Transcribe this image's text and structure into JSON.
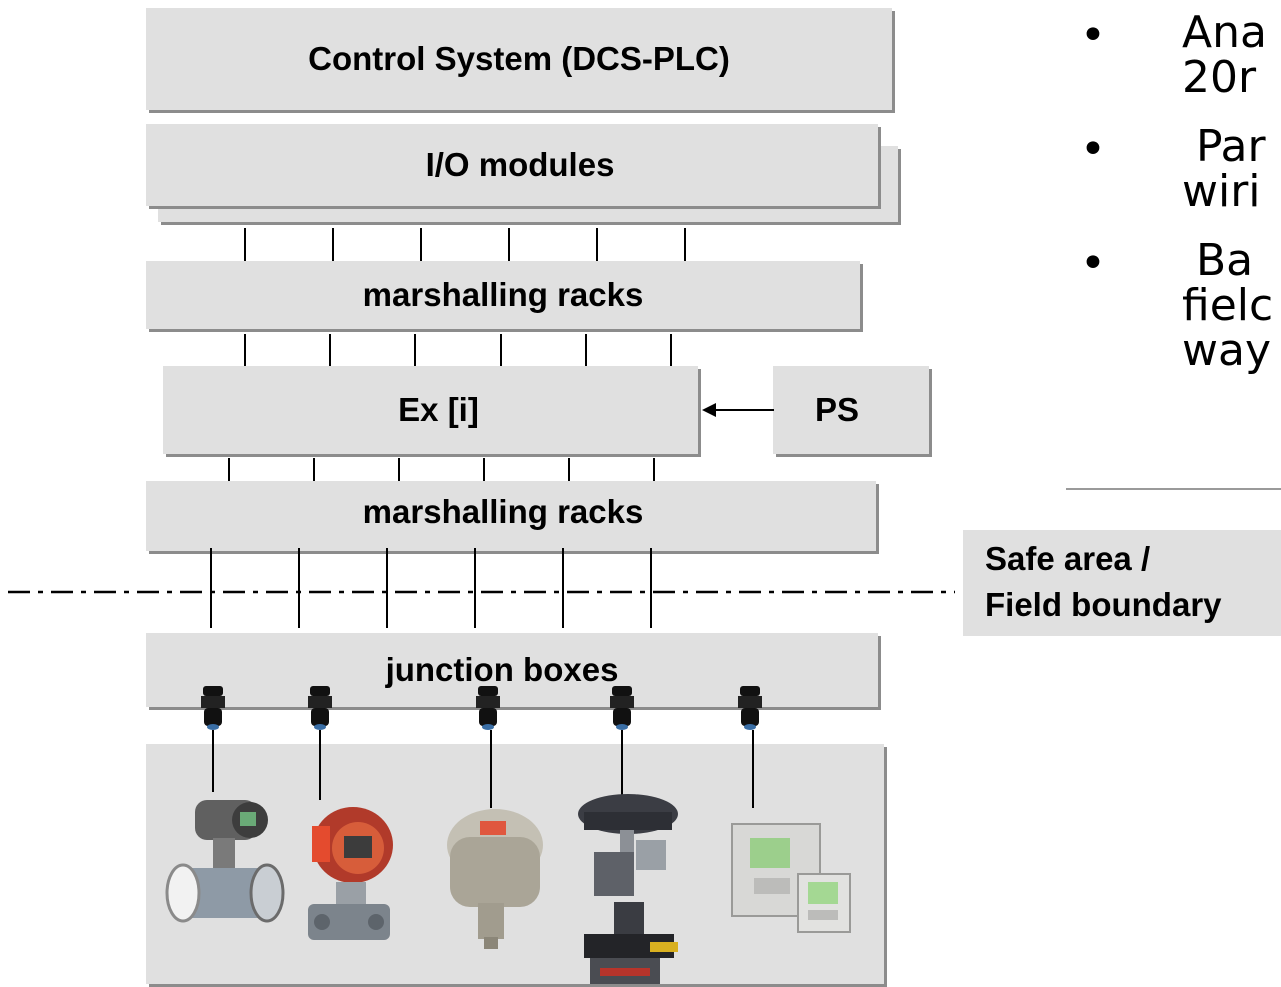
{
  "layers": {
    "control_system": "Control System (DCS-PLC)",
    "io_modules": "I/O modules",
    "marshalling_upper": "marshalling racks",
    "ex_barrier": "Ex [i]",
    "power_supply": "PS",
    "marshalling_lower": "marshalling racks",
    "junction_boxes": "junction boxes"
  },
  "boundary_label": {
    "line1": "Safe area /",
    "line2": "Field boundary"
  },
  "bullets": [
    {
      "line1": "Ana",
      "line2": "20r"
    },
    {
      "line1": " Par",
      "line2": "wiri"
    },
    {
      "line1": " Ba",
      "line2": "fielc",
      "line3": "way"
    }
  ],
  "field_devices": [
    "flowmeter-device",
    "pressure-transmitter-device",
    "temperature-transmitter-device",
    "control-valve-device",
    "analyzer-device"
  ],
  "colors": {
    "box": "#e0e0e0",
    "shadow": "#8c8c8c",
    "line": "#000000"
  }
}
